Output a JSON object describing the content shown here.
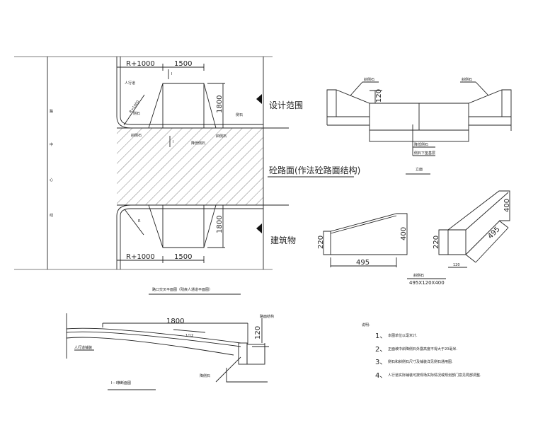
{
  "plan": {
    "title": "路口交叉平面图（残疾人通道平面图）",
    "centerline_chars": [
      "路",
      "中",
      "心",
      "线"
    ],
    "dim_r1000_top": "R+1000",
    "dim_1500_top": "1500",
    "dim_1800_top": "1800",
    "dim_r1000_bottom": "R+1000",
    "dim_1500_bottom": "1500",
    "dim_1800_bottom": "1800",
    "radius_label": "R=1000",
    "radius_label_bottom": "R",
    "section_mark": "I",
    "sidewalk": "人行道",
    "curb": "侧石",
    "curb_right": "侧石",
    "slope_curb_left": "斜侧石",
    "slope_curb_right": "斜侧石",
    "lowered_curb": "降低侧石",
    "design_scope": "设计范围",
    "pavement": "砼路面(作法砼路面结构)",
    "building": "建筑物"
  },
  "elevation": {
    "title": "立面",
    "slope_curb_left": "斜侧石",
    "slope_curb_right": "斜侧石",
    "dim_120": "120",
    "lowered_curb": "降低侧石",
    "curb_base": "侧石下垫基层"
  },
  "stone": {
    "dim_220": "220",
    "dim_400": "400",
    "dim_495": "495",
    "dim_220_iso": "220",
    "dim_400_iso": "400",
    "dim_495_iso": "495",
    "dim_120": "120",
    "name": "斜侧石",
    "size": "495X120X400"
  },
  "section": {
    "title": "I－I横断面图",
    "dim_1800": "1800",
    "slope": "1/12",
    "dim_120": "120",
    "pavement_structure": "路面结构",
    "sidewalk_paving": "人行道铺装",
    "lowered_curb": "降侧石"
  },
  "notes": {
    "heading": "说明:",
    "items": [
      {
        "num": "1、",
        "text": "本图单位以毫米计."
      },
      {
        "num": "2、",
        "text": "正面坡中斜降侧石外露高度不得大于20毫米."
      },
      {
        "num": "3、",
        "text": "侧石和斜侧石尺寸及铺装详见侧石通用图."
      },
      {
        "num": "4、",
        "text": "人行道实际铺装可按现场实际情况或规划部门意见局部调整."
      }
    ]
  }
}
